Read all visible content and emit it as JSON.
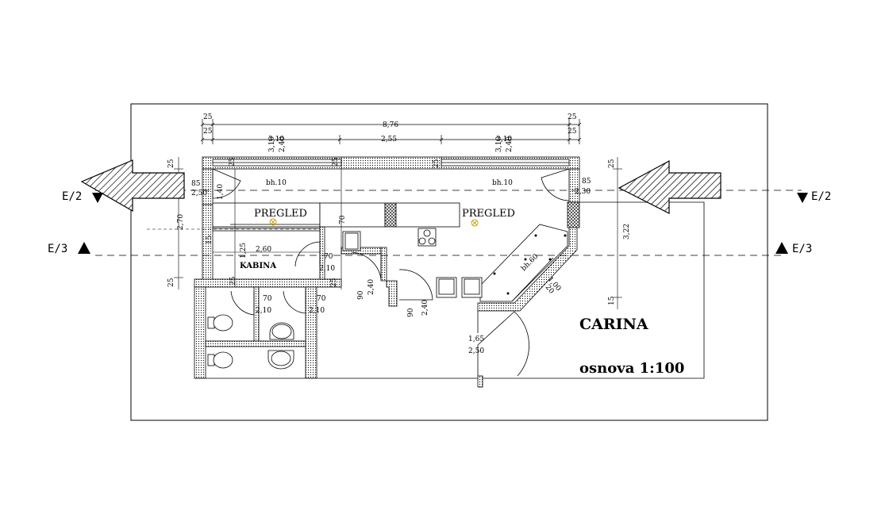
{
  "title": "CARINA",
  "scale_label": "osnova 1:100",
  "rooms": {
    "pregled_left": "PREGLED",
    "pregled_right": "PREGLED",
    "kabina": "KABINA"
  },
  "sections": {
    "e2_left": "E/2",
    "e2_right": "E/2",
    "e3_left": "E/3",
    "e3_right": "E/3"
  },
  "dims": {
    "top_25a": "25",
    "top_25b": "25",
    "top_total": "8,76",
    "top_25c": "25",
    "top_25d": "25",
    "top_310a": "3,10",
    "top_255": "2,55",
    "top_310b": "3,10",
    "win_310a": "3,10",
    "win_240a": "2,40",
    "win_310b": "3,10",
    "win_240b": "2,40",
    "bh10a": "bh.10",
    "bh10b": "bh.10",
    "bh60": "bh.60",
    "side_25a": "25",
    "side_270": "2,70",
    "side_25b": "25",
    "d85a": "85",
    "d250a": "2,50",
    "d85b": "85",
    "d250b": "2,30",
    "d140": "1,40",
    "d25wa": "25",
    "d25wb": "25",
    "d25wc": "25",
    "d70": "70",
    "d15": "15",
    "d125": "1,25",
    "d260": "2,60",
    "k70": "70",
    "k210": "2,10",
    "d25b": "25",
    "t1_70": "70",
    "t1_210": "2,10",
    "t2_70": "70",
    "t2_210": "2,10",
    "d25c": "25",
    "d90a": "90",
    "d240a": "2,40",
    "d90b": "90",
    "d240b": "2,40",
    "d165": "1,65",
    "d250c": "2,50",
    "r25": "25",
    "r322": "3,22",
    "r15": "15",
    "c100": "1,00",
    "c20": "20"
  }
}
